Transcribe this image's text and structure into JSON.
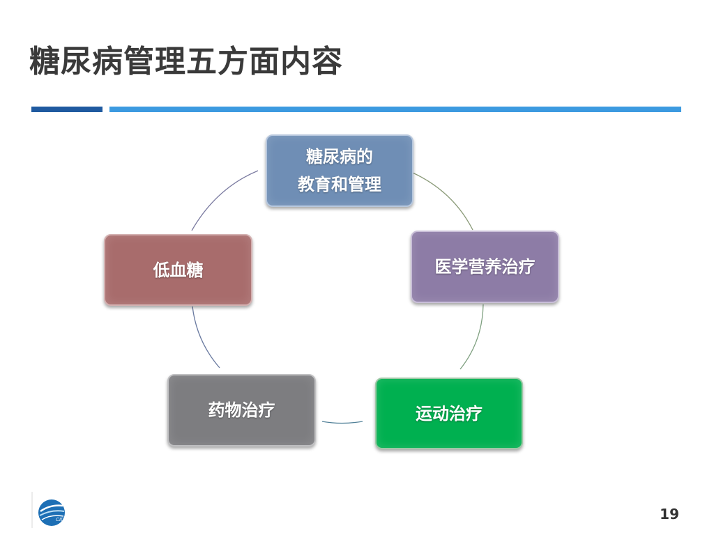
{
  "slide": {
    "title": "糖尿病管理五方面内容",
    "page_number": "19"
  },
  "cycle": {
    "items": [
      {
        "line1": "糖尿病的",
        "line2": "教育和管理",
        "color": "#6f8eb5"
      },
      {
        "line1": "医学营养治疗",
        "color": "#8d7ca6"
      },
      {
        "line1": "运动治疗",
        "color": "#00b050"
      },
      {
        "line1": "药物治疗",
        "color": "#7d7d80"
      },
      {
        "line1": "低血糖",
        "color": "#a86c6c"
      }
    ]
  },
  "logo": {
    "text": "CIDE",
    "icon": "cide-logo-icon"
  },
  "colors": {
    "title_text": "#3a3a3a",
    "rule_dark": "#1f5aa0",
    "rule_light": "#3c9ae0"
  }
}
